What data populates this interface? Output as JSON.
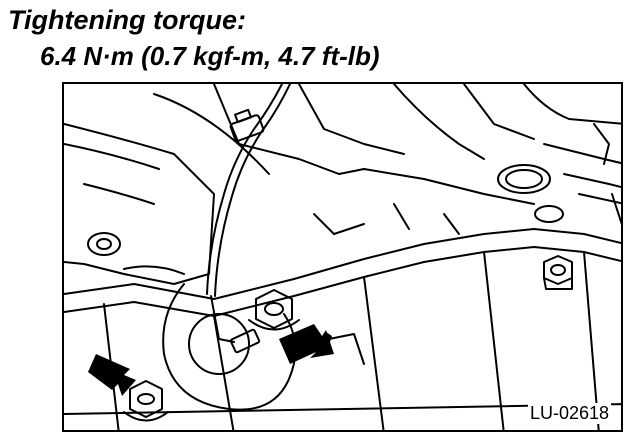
{
  "header": {
    "title": "Tightening torque:",
    "spec": "6.4 N·m (0.7 kgf-m, 4.7 ft-lb)"
  },
  "figure": {
    "reference": "LU-02618",
    "pointer_icons": [
      "arrow-icon",
      "arrow-icon"
    ]
  }
}
